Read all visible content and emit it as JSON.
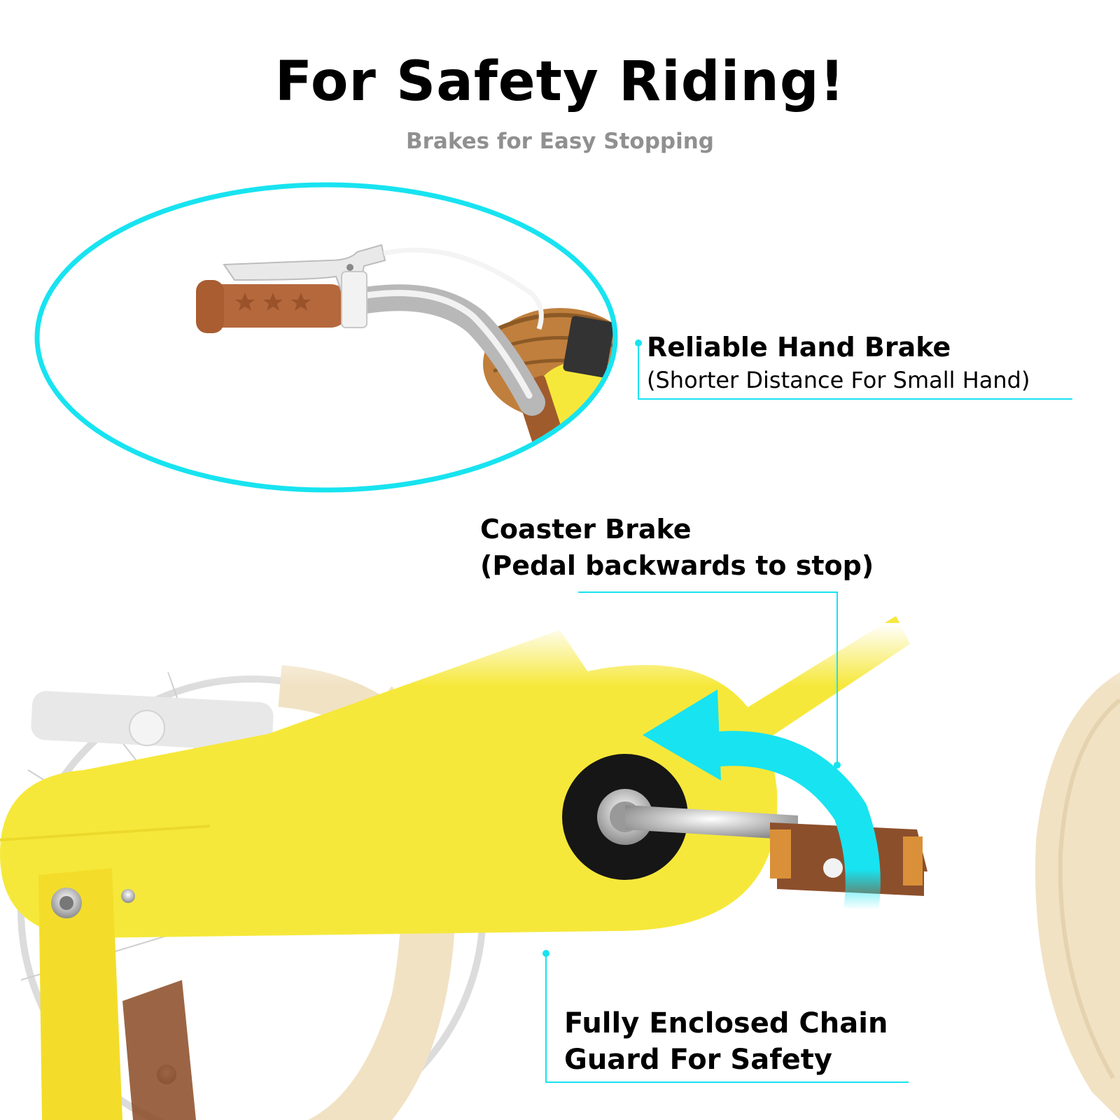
{
  "header": {
    "title": "For Safety Riding!",
    "subtitle": "Brakes for Easy Stopping"
  },
  "callouts": {
    "hand_brake": {
      "title": "Reliable Hand Brake",
      "subtitle": "(Shorter Distance For Small Hand)"
    },
    "coaster_brake": {
      "line1": "Coaster Brake",
      "line2": "(Pedal backwards to stop)"
    },
    "chain_guard": {
      "line1": "Fully Enclosed Chain",
      "line2": "Guard For Safety"
    }
  },
  "colors": {
    "accent": "#18e3f0",
    "bike_yellow": "#f6e83a",
    "grip_brown": "#b5683c",
    "tire_cream": "#f1e2c4",
    "chrome": "#c9c9c9"
  }
}
